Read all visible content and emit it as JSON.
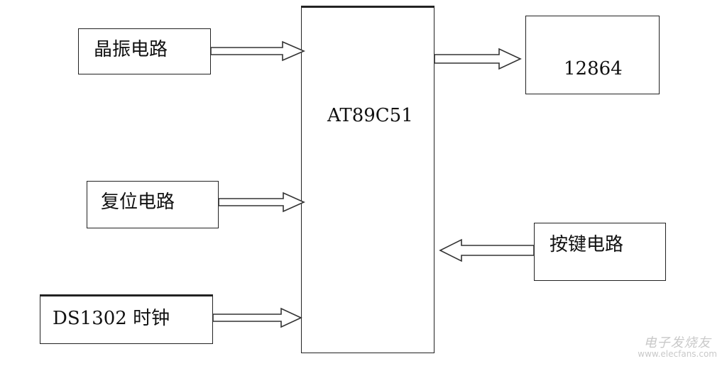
{
  "blocks": {
    "crystal": "晶振电路",
    "reset": "复位电路",
    "clock": "DS1302 时钟",
    "mcu": "AT89C51",
    "lcd": "12864",
    "keys": "按键电路"
  },
  "watermark": {
    "text": "电子发烧友",
    "url": "www.elecfans.com"
  }
}
